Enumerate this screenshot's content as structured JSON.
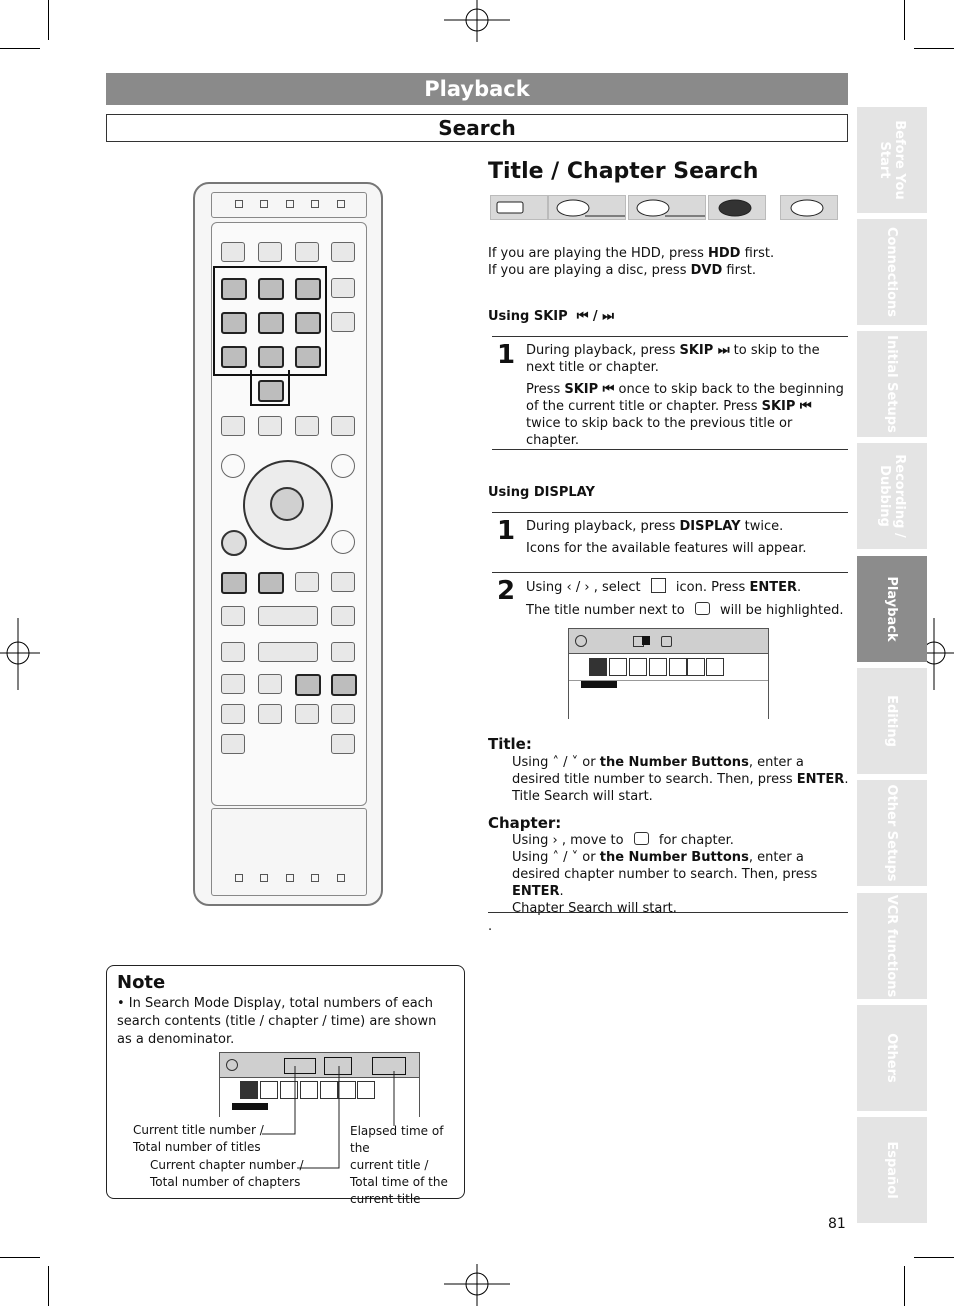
{
  "header": {
    "section": "Playback",
    "subsection": "Search"
  },
  "side_tabs": [
    {
      "label": "Before You Start"
    },
    {
      "label": "Connections"
    },
    {
      "label": "Initial Setups"
    },
    {
      "label": "Recording / Dubbing"
    },
    {
      "label": "Playback",
      "active": true
    },
    {
      "label": "Editing"
    },
    {
      "label": "Other Setups"
    },
    {
      "label": "VCR functions"
    },
    {
      "label": "Others"
    },
    {
      "label": "Español"
    }
  ],
  "main": {
    "title": "Title / Chapter Search",
    "intro_line1_pre": "If you are playing the HDD, press ",
    "intro_line1_key": "HDD",
    "intro_line1_post": " first.",
    "intro_line2_pre": "If you are playing a disc, press ",
    "intro_line2_key": "DVD",
    "intro_line2_post": " first.",
    "skip_heading": "Using SKIP",
    "skip_heading_symbols": "⏮ / ⏭",
    "skip_step_number": "1",
    "skip_p1_a": "During playback, press ",
    "skip_p1_key": "SKIP ⏭",
    "skip_p1_b": " to skip to the next title or chapter.",
    "skip_p2_a": "Press ",
    "skip_p2_key1": "SKIP ⏮",
    "skip_p2_b": " once to skip back to the beginning of the current title or chapter.  Press ",
    "skip_p2_key2": "SKIP ⏮",
    "skip_p2_c": " twice to skip back to the previous title or chapter.",
    "display_heading": "Using DISPLAY",
    "disp_step1_number": "1",
    "disp_step1_a": "During playback, press ",
    "disp_step1_key": "DISPLAY",
    "disp_step1_b": " twice.",
    "disp_step1_c": "Icons for the available features will appear.",
    "disp_step2_number": "2",
    "disp_step2_a": "Using ‹ / › , select",
    "disp_step2_b": "icon.  Press ",
    "disp_step2_key": "ENTER",
    "disp_step2_c": ".",
    "disp_step2_d": "The title number next to",
    "disp_step2_e": "will be highlighted.",
    "title_heading": "Title:",
    "title_a": "Using ˄ / ˅ or ",
    "title_key1": "the Number Buttons",
    "title_b": ", enter a desired title number to search. Then, press ",
    "title_key2": "ENTER",
    "title_c": ".",
    "title_d": "Title Search will start.",
    "chapter_heading": "Chapter:",
    "chapter_a": "Using › , move to",
    "chapter_b": "for chapter.",
    "chapter_c": "Using ˄ / ˅ or ",
    "chapter_key1": "the Number Buttons",
    "chapter_d": ", enter a desired chapter number to search. Then, press ",
    "chapter_key2": "ENTER",
    "chapter_e": ".",
    "chapter_f": "Chapter Search will start.",
    "trailing_dot": "."
  },
  "disc_icons": [
    {
      "name": "hdd-icon"
    },
    {
      "name": "dvd-video-icon"
    },
    {
      "name": "dvd-vr-icon"
    },
    {
      "name": "dvd-r-icon"
    },
    {
      "name": "dvd-rw-icon"
    }
  ],
  "note": {
    "heading": "Note",
    "bullet": "• In Search Mode Display, total numbers of each search contents (title / chapter / time) are shown as a denominator.",
    "callout_title_1": "Current title number /",
    "callout_title_2": "Total number of titles",
    "callout_chapter_1": "Current chapter number /",
    "callout_chapter_2": "Total number of chapters",
    "callout_time_1": "Elapsed time of the",
    "callout_time_2": "current title /",
    "callout_time_3": "Total time of the",
    "callout_time_4": "current title"
  },
  "page_number": "81",
  "colors": {
    "banner": "#8a8a8a",
    "tab": "#e4e4e4",
    "tab_active": "#8c8c8c"
  }
}
